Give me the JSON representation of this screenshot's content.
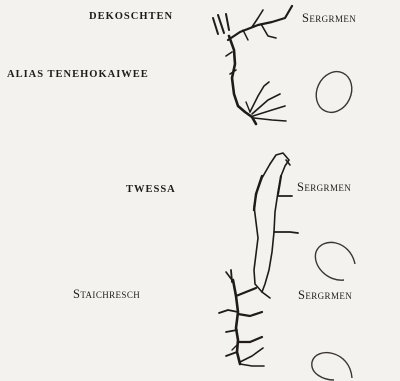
{
  "labels": {
    "dekoschten": "DEKOSCHTEN",
    "alias": "ALIAS TENEHOKAIWEE",
    "twessa": "TWESSA",
    "staichresch": "Staichresch",
    "sergrmen_1": "Sergrmen",
    "sergrmen_2": "Sergrmen",
    "sergrmen_3": "Sergrmen"
  },
  "colors": {
    "paper": "#f4f2ee",
    "ink": "#1f1b18",
    "totem_circle": "#3a3531"
  },
  "icons": [
    "tree-branch-figure",
    "lizard-figure",
    "plant-figure",
    "circle-totem"
  ]
}
